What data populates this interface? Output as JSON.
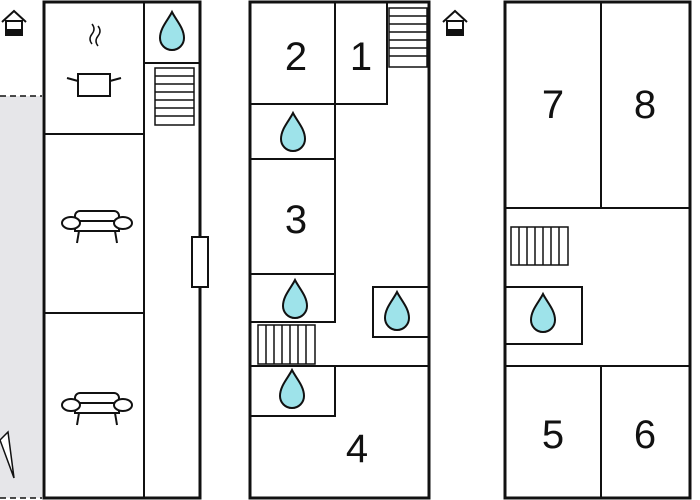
{
  "colors": {
    "wall": "#111111",
    "water": "#9ee3ea",
    "outdoor": "#e6e6e9",
    "background": "#ffffff"
  },
  "icons": {
    "entrance": "house-entrance-icon",
    "water": "water-drop-icon",
    "kitchen": "cooking-pot-icon",
    "living": "sofa-icon",
    "stairs": "staircase-icon",
    "door": "door-icon",
    "north": "north-arrow-icon"
  },
  "rooms": {
    "r1": "1",
    "r2": "2",
    "r3": "3",
    "r4": "4",
    "r5": "5",
    "r6": "6",
    "r7": "7",
    "r8": "8"
  }
}
